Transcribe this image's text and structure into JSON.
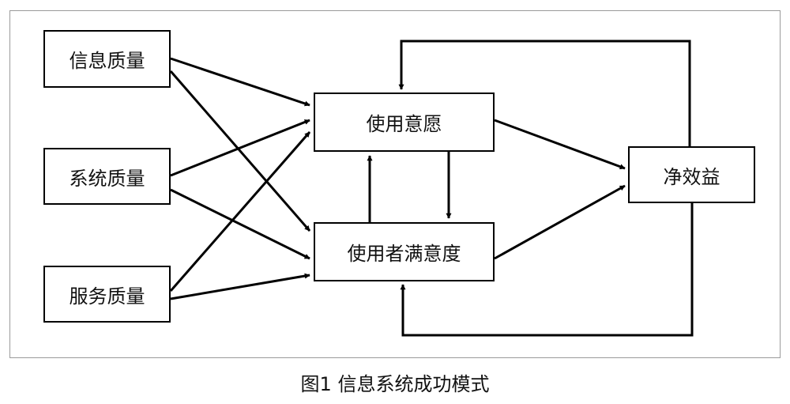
{
  "nodes": {
    "info_quality": "信息质量",
    "system_quality": "系统质量",
    "service_quality": "服务质量",
    "intention_to_use": "使用意愿",
    "user_satisfaction": "使用者满意度",
    "net_benefits": "净效益"
  },
  "caption": "图1  信息系统成功模式"
}
